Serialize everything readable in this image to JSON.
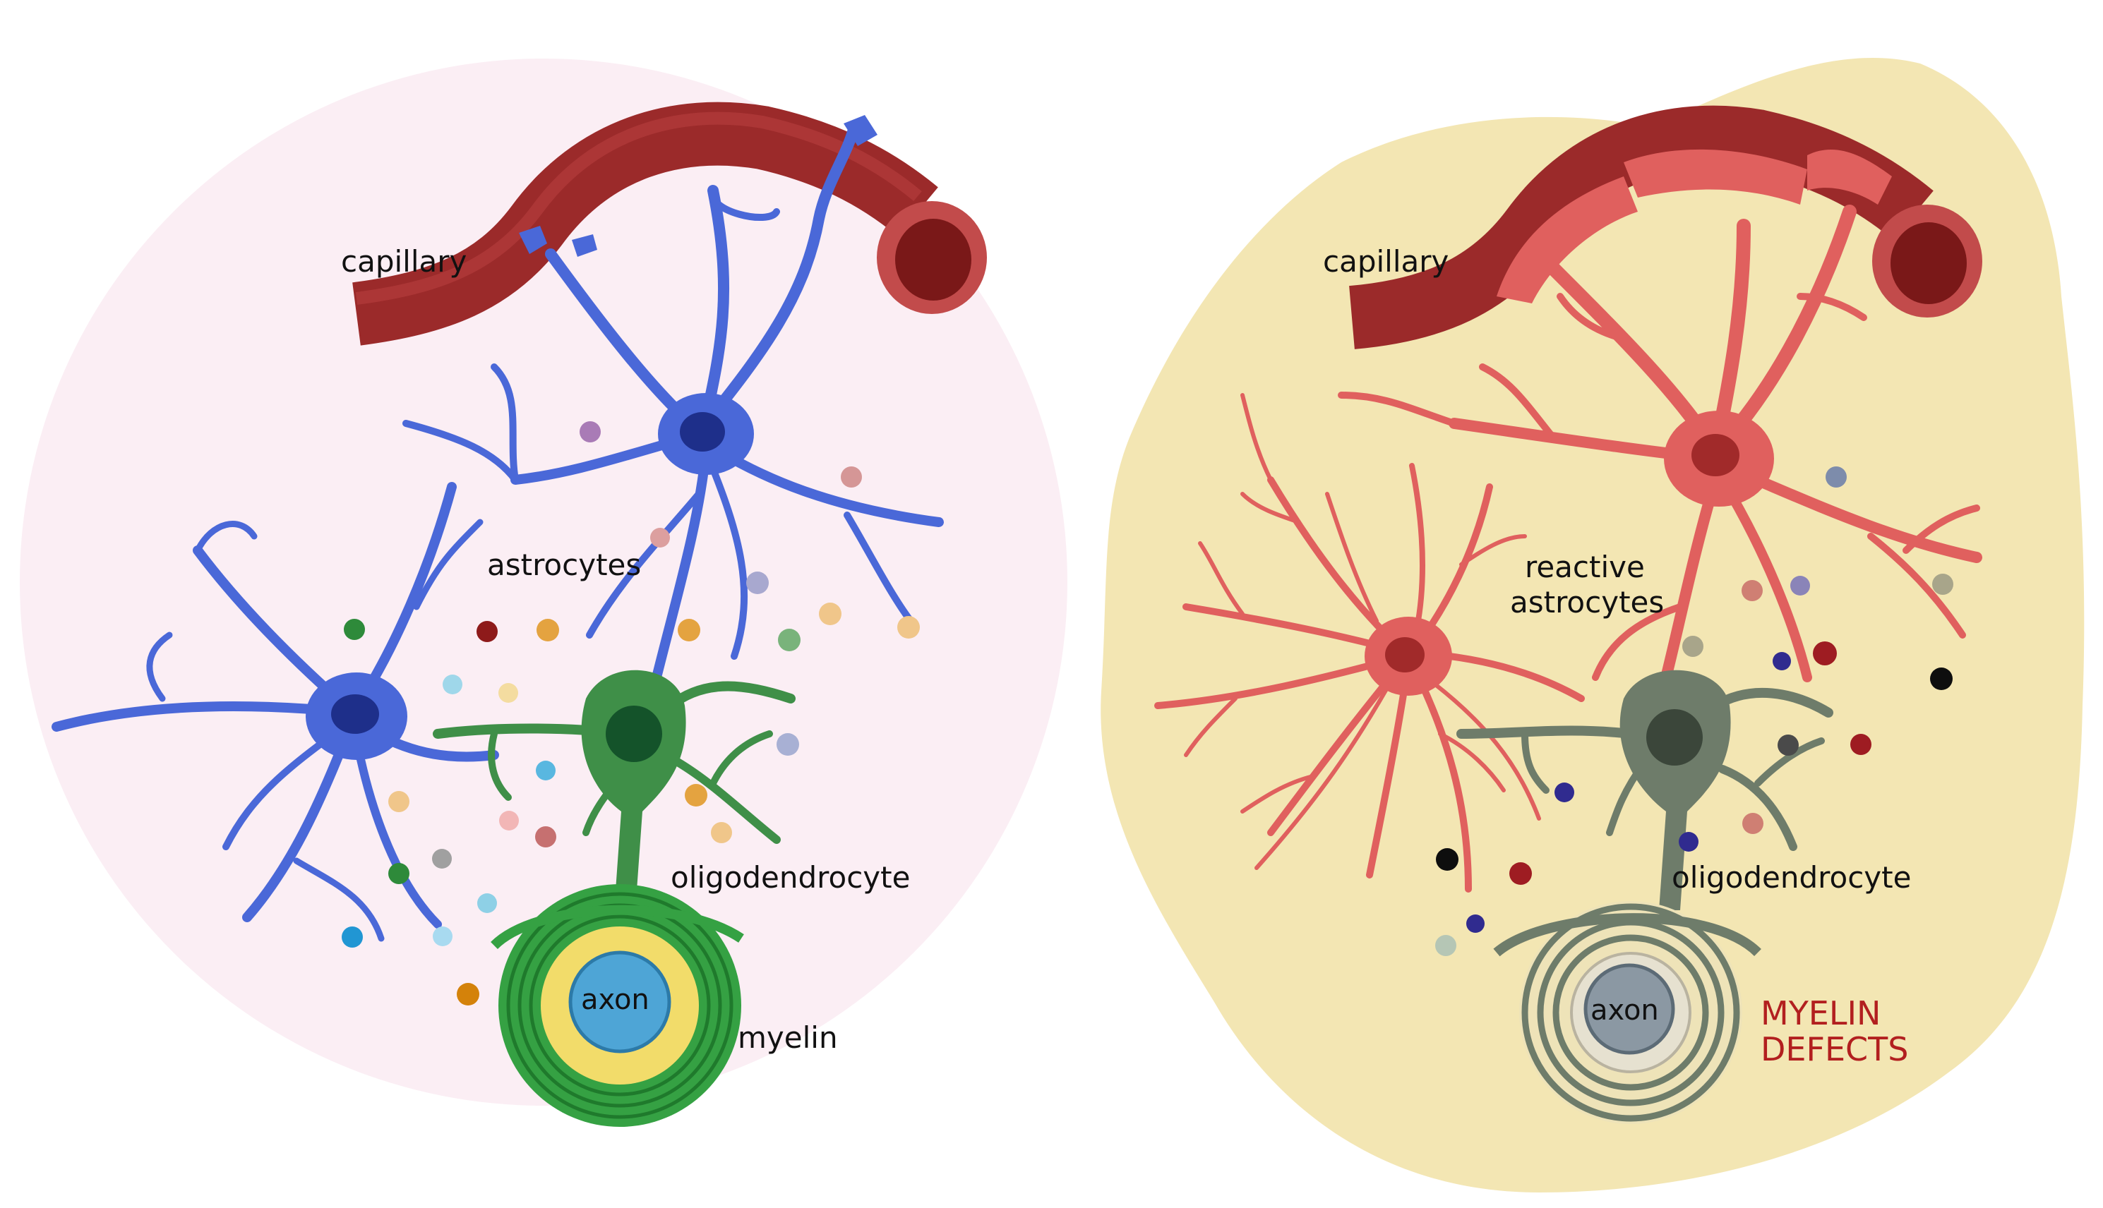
{
  "labels": {
    "left_capillary": "capillary",
    "left_astrocytes": "astrocytes",
    "left_oligodendrocyte": "oligodendrocyte",
    "left_axon": "axon",
    "left_myelin": "myelin",
    "right_capillary": "capillary",
    "right_reactive_line1": "reactive",
    "right_reactive_line2": "astrocytes",
    "right_oligodendrocyte": "oligodendrocyte",
    "right_axon": "axon",
    "right_defects_line1": "MYELIN",
    "right_defects_line2": "DEFECTS"
  },
  "colors": {
    "healthy_background": "#fbeef4",
    "reactive_background": "#f3e6b3",
    "capillary": "#9b2a2a",
    "capillary_lumen": "#7a1818",
    "healthy_astrocyte": "#4a68d8",
    "healthy_astrocyte_nucleus": "#1e2f8a",
    "reactive_astrocyte": "#e0605e",
    "reactive_astrocyte_nucleus": "#a12a2a",
    "healthy_oligodendrocyte": "#3f8f48",
    "healthy_oligodendrocyte_nucleus": "#14532a",
    "reactive_oligodendrocyte": "#6e7c6a",
    "reactive_oligodendrocyte_nucleus": "#3b463a",
    "myelin_green": "#35a143",
    "myelin_yellow": "#f2dc6a",
    "healthy_axon": "#4ea5d6",
    "reactive_axon": "#8b98a3",
    "defects_text": "#b21f1f"
  }
}
